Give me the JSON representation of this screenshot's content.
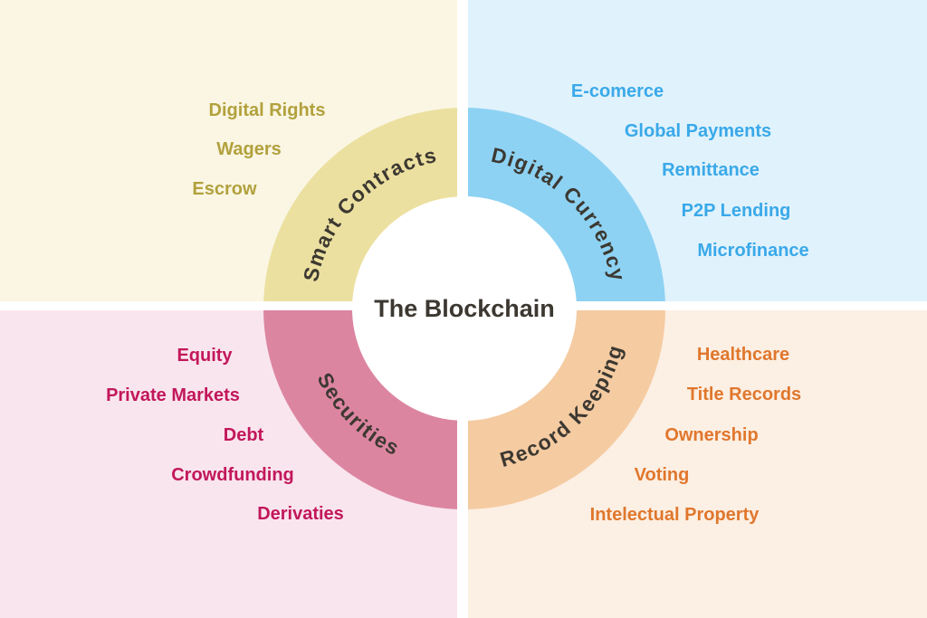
{
  "title": "The Blockchain",
  "palette": {
    "canvas": "#FFFFFF",
    "heading": "#3C3831"
  },
  "quadrants": [
    {
      "id": "smart-contracts",
      "position": "top-left",
      "arc_label": "Smart Contracts",
      "colors": {
        "bg": "#FAF6E3",
        "ring": "#ECE0A0",
        "item_text": "#B2A13D"
      },
      "items": [
        "Digital Rights",
        "Wagers",
        "Escrow"
      ]
    },
    {
      "id": "digital-currency",
      "position": "top-right",
      "arc_label": "Digital Currency",
      "colors": {
        "bg": "#E0F2FC",
        "ring": "#8DD2F3",
        "item_text": "#39A9E9"
      },
      "items": [
        "E-comerce",
        "Global Payments",
        "Remittance",
        "P2P Lending",
        "Microfinance"
      ]
    },
    {
      "id": "securities",
      "position": "bottom-left",
      "arc_label": "Securities",
      "colors": {
        "bg": "#F9E5EE",
        "ring": "#DC85A1",
        "item_text": "#C2175B"
      },
      "items": [
        "Equity",
        "Private Markets",
        "Debt",
        "Crowdfunding",
        "Derivaties"
      ]
    },
    {
      "id": "record-keeping",
      "position": "bottom-right",
      "arc_label": "Record Keeping",
      "colors": {
        "bg": "#FCEFE3",
        "ring": "#F5CBA2",
        "item_text": "#E0772D"
      },
      "items": [
        "Healthcare",
        "Title Records",
        "Ownership",
        "Voting",
        "Intelectual Property"
      ]
    }
  ]
}
